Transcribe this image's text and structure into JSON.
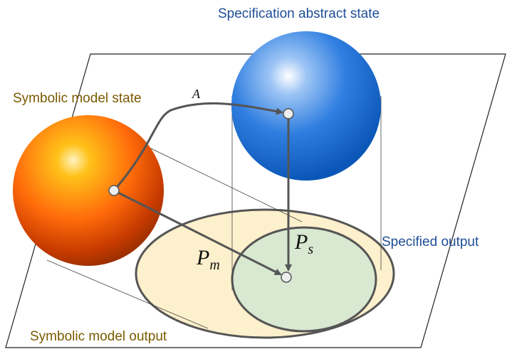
{
  "labels": {
    "spec_state": "Specification abstract state",
    "model_state": "Symbolic model state",
    "specified_output": "Specified output",
    "model_output": "Symbolic model output"
  },
  "arrows": {
    "abstraction": "A",
    "pm_base": "P",
    "pm_sub": "m",
    "ps_base": "P",
    "ps_sub": "s"
  },
  "colors": {
    "spec_text": "#1f4e96",
    "model_text": "#7a5a00",
    "model_output_fill": "#fdf0cc",
    "specified_output_fill": "#d9e8d1",
    "arrow": "#555555"
  }
}
